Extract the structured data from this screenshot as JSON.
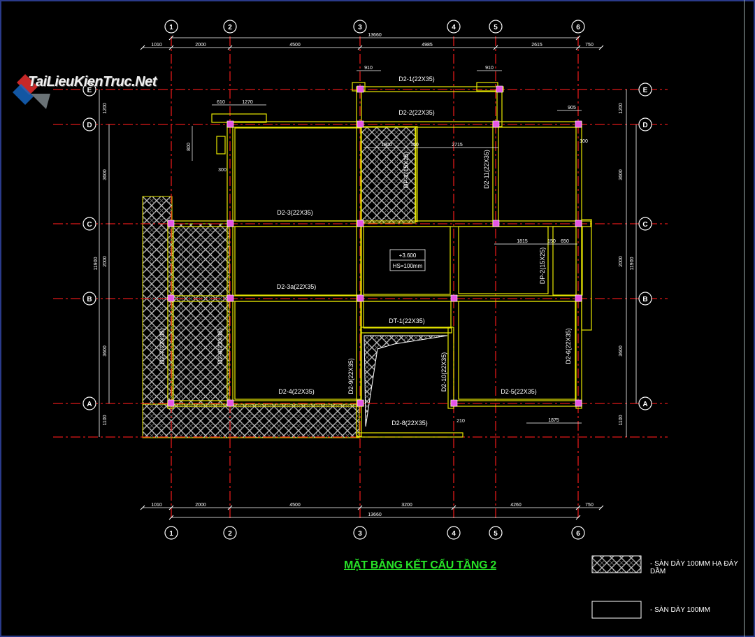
{
  "title": "MẶT BẰNG KẾT CẤU TẦNG 2",
  "watermark": "TaiLieuKienTruc.Net",
  "legend": [
    {
      "pattern": "hatched",
      "label": "- SÀN DÀY 100MM HẠ ĐÁY DẦM"
    },
    {
      "pattern": "plain",
      "label": "- SÀN DÀY 100MM"
    }
  ],
  "grid_x_labels": [
    "1",
    "2",
    "3",
    "4",
    "5",
    "6"
  ],
  "grid_y_labels": [
    "E",
    "D",
    "C",
    "B",
    "A"
  ],
  "top_dims": [
    "1010",
    "2000",
    "4500",
    "4985",
    "2615",
    "750"
  ],
  "top_total": "13660",
  "bottom_dims": [
    "1010",
    "2000",
    "4500",
    "3200",
    "4260",
    "750"
  ],
  "bottom_total": "13660",
  "left_dims": [
    "1200",
    "3600",
    "2000",
    "3600",
    "1100"
  ],
  "left_total": "11900",
  "right_dims": [
    "1200",
    "3600",
    "2000",
    "3600",
    "1100"
  ],
  "right_total": "11900",
  "beams": {
    "d2_1": "D2-1(22X35)",
    "d2_2": "D2-2(22X35)",
    "d2_3": "D2-3(22X35)",
    "d2_3a": "D2-3a(22X35)",
    "d2_4": "D2-4(22X35)",
    "d2_5": "D2-5(22X35)",
    "d2_6": "D2-6(22X35)",
    "d2_7": "D2-7(22X35)",
    "d2_8": "D2-8(22X35)",
    "d2_9": "D2-9(22X35)",
    "d2_10": "D2-10(22X35)",
    "d2_11": "D2-11(22X35)",
    "dp_1": "DP-1(15X25)",
    "dp_2": "DP-2(15X25)",
    "dt_1": "DT-1(22X35)",
    "d2_6b": "D2-6(22X35)"
  },
  "level_tag": {
    "elev": "+3.600",
    "hs": "HS=100mm"
  },
  "small_dims": {
    "d910a": "910",
    "d910b": "910",
    "d610": "610",
    "d1270": "1270",
    "d905": "905",
    "d1800": "1800",
    "d150": "150",
    "d2715": "2715",
    "d1815": "1815",
    "d150b": "150",
    "d650": "650",
    "d1875": "1875",
    "d800": "800",
    "d300": "300",
    "d100": "100",
    "d210": "210"
  }
}
